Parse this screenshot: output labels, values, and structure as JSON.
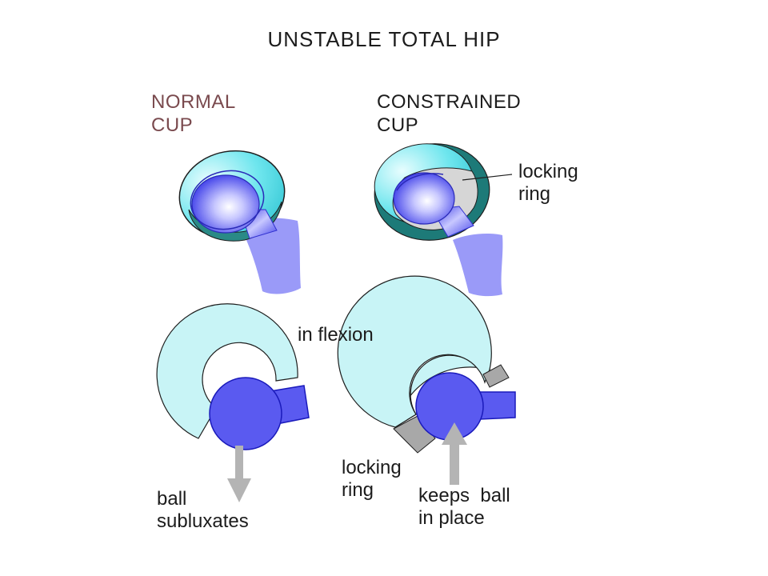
{
  "title": "UNSTABLE  TOTAL  HIP",
  "headers": {
    "normal_line1": "NORMAL",
    "normal_line2": "CUP",
    "constrained_line1": "CONSTRAINED",
    "constrained_line2": "CUP"
  },
  "labels": {
    "locking_ring_top_1": "locking",
    "locking_ring_top_2": "ring",
    "in_flexion": "in flexion",
    "ball_subluxates_1": "ball",
    "ball_subluxates_2": "subluxates",
    "locking_ring_bottom_1": "locking",
    "locking_ring_bottom_2": "ring",
    "keeps_ball_1": "keeps  ball",
    "keeps_ball_2": "in place"
  },
  "colors": {
    "cup_light": "#c8f4f6",
    "cup_cyan": "#5fe0ea",
    "cup_dark_teal": "#1d7a78",
    "ball_blue": "#5a5af0",
    "stem_lavender": "#9a9af8",
    "ring_gray": "#a8a8a8",
    "arrow_gray": "#b4b4b4"
  }
}
